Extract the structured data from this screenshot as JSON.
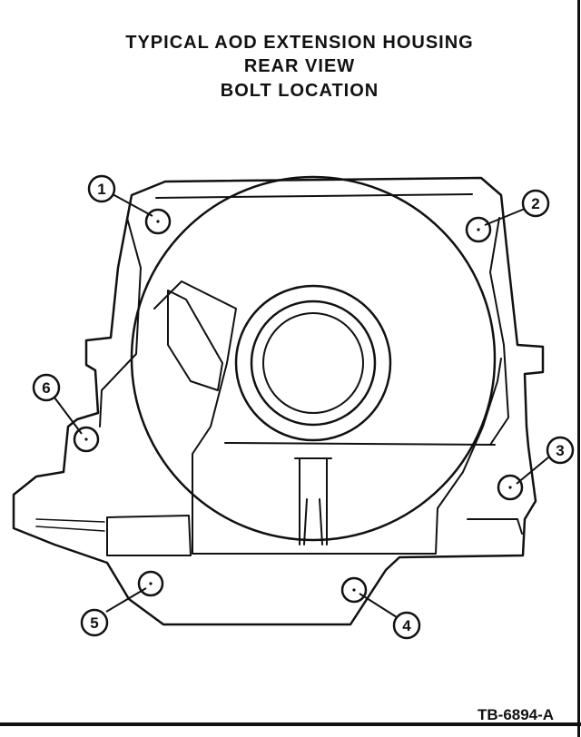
{
  "title": {
    "line1": "TYPICAL AOD EXTENSION HOUSING",
    "line2": "REAR VIEW",
    "line3": "BOLT LOCATION"
  },
  "figure_id": "TB-6894-A",
  "callouts": [
    {
      "id": 1,
      "label": "1"
    },
    {
      "id": 2,
      "label": "2"
    },
    {
      "id": 3,
      "label": "3"
    },
    {
      "id": 4,
      "label": "4"
    },
    {
      "id": 5,
      "label": "5"
    },
    {
      "id": 6,
      "label": "6"
    }
  ]
}
